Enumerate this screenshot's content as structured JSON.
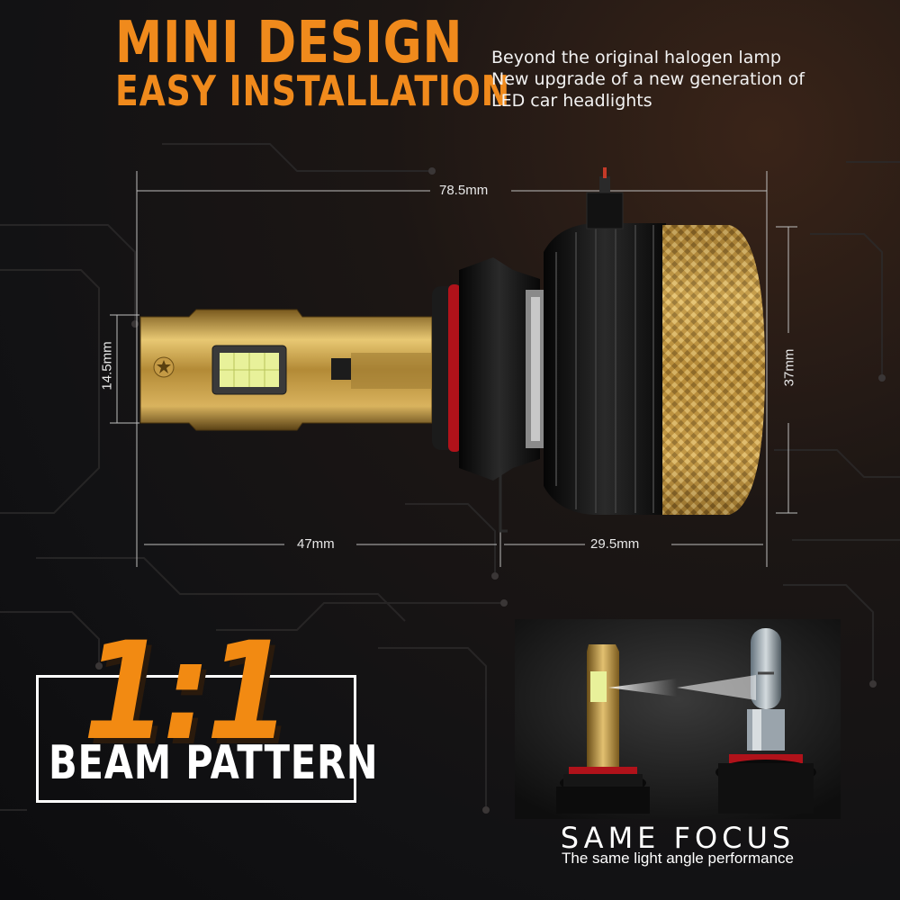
{
  "headline": {
    "line1": "MINI DESIGN",
    "line2": "EASY INSTALLATION",
    "color": "#f08a1c"
  },
  "subtitle": {
    "line1": "Beyond the original halogen lamp",
    "line2": "New upgrade of a new generation of",
    "line3": "LED car headlights"
  },
  "dimensions": {
    "total_length": "78.5mm",
    "chip_width": "14.5mm",
    "base_diameter": "37mm",
    "front_length": "47mm",
    "rear_length": "29.5mm"
  },
  "beam": {
    "ratio": "1:1",
    "label": "BEAM PATTERN",
    "accent": "#f28a12"
  },
  "focus": {
    "title": "SAME FOCUS",
    "subtitle": "The same light angle performance"
  },
  "icons": [
    "led-bulb-illustration",
    "halogen-bulb-illustration",
    "led-chip-icon",
    "star-screw-icon"
  ]
}
